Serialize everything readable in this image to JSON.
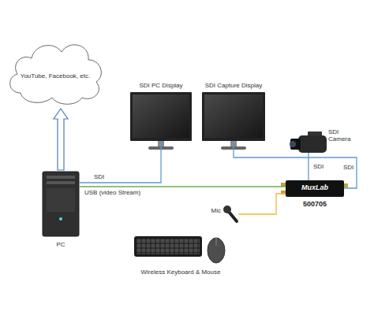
{
  "diagram": {
    "nodes": [
      {
        "text": [
          "YouTube, Facebook, etc."
        ]
      },
      {
        "text": [
          "SDI PC Display"
        ]
      },
      {
        "text": [
          "SDI Capture Display"
        ]
      },
      {
        "text": [
          "SDI Camera"
        ]
      },
      {
        "text": [
          "PC"
        ]
      },
      {
        "text": [
          "MuxLab",
          "500705"
        ]
      },
      {
        "text": [
          "Mic"
        ]
      },
      {
        "text": [
          "Wireless Keyboard & Mouse"
        ]
      }
    ],
    "edges": [
      {
        "from": 4,
        "to": 0,
        "arrow": "to"
      },
      {
        "from": 4,
        "to": 1,
        "label": "SDI",
        "arrow": "none"
      },
      {
        "from": 4,
        "to": 5,
        "label": "USB (video Stream)",
        "arrow": "none"
      },
      {
        "from": 2,
        "to": 5,
        "label": "SDI",
        "arrow": "none"
      },
      {
        "from": 3,
        "to": 5,
        "label": "SDI",
        "arrow": "none"
      },
      {
        "from": 6,
        "to": 5,
        "arrow": "none"
      }
    ]
  }
}
